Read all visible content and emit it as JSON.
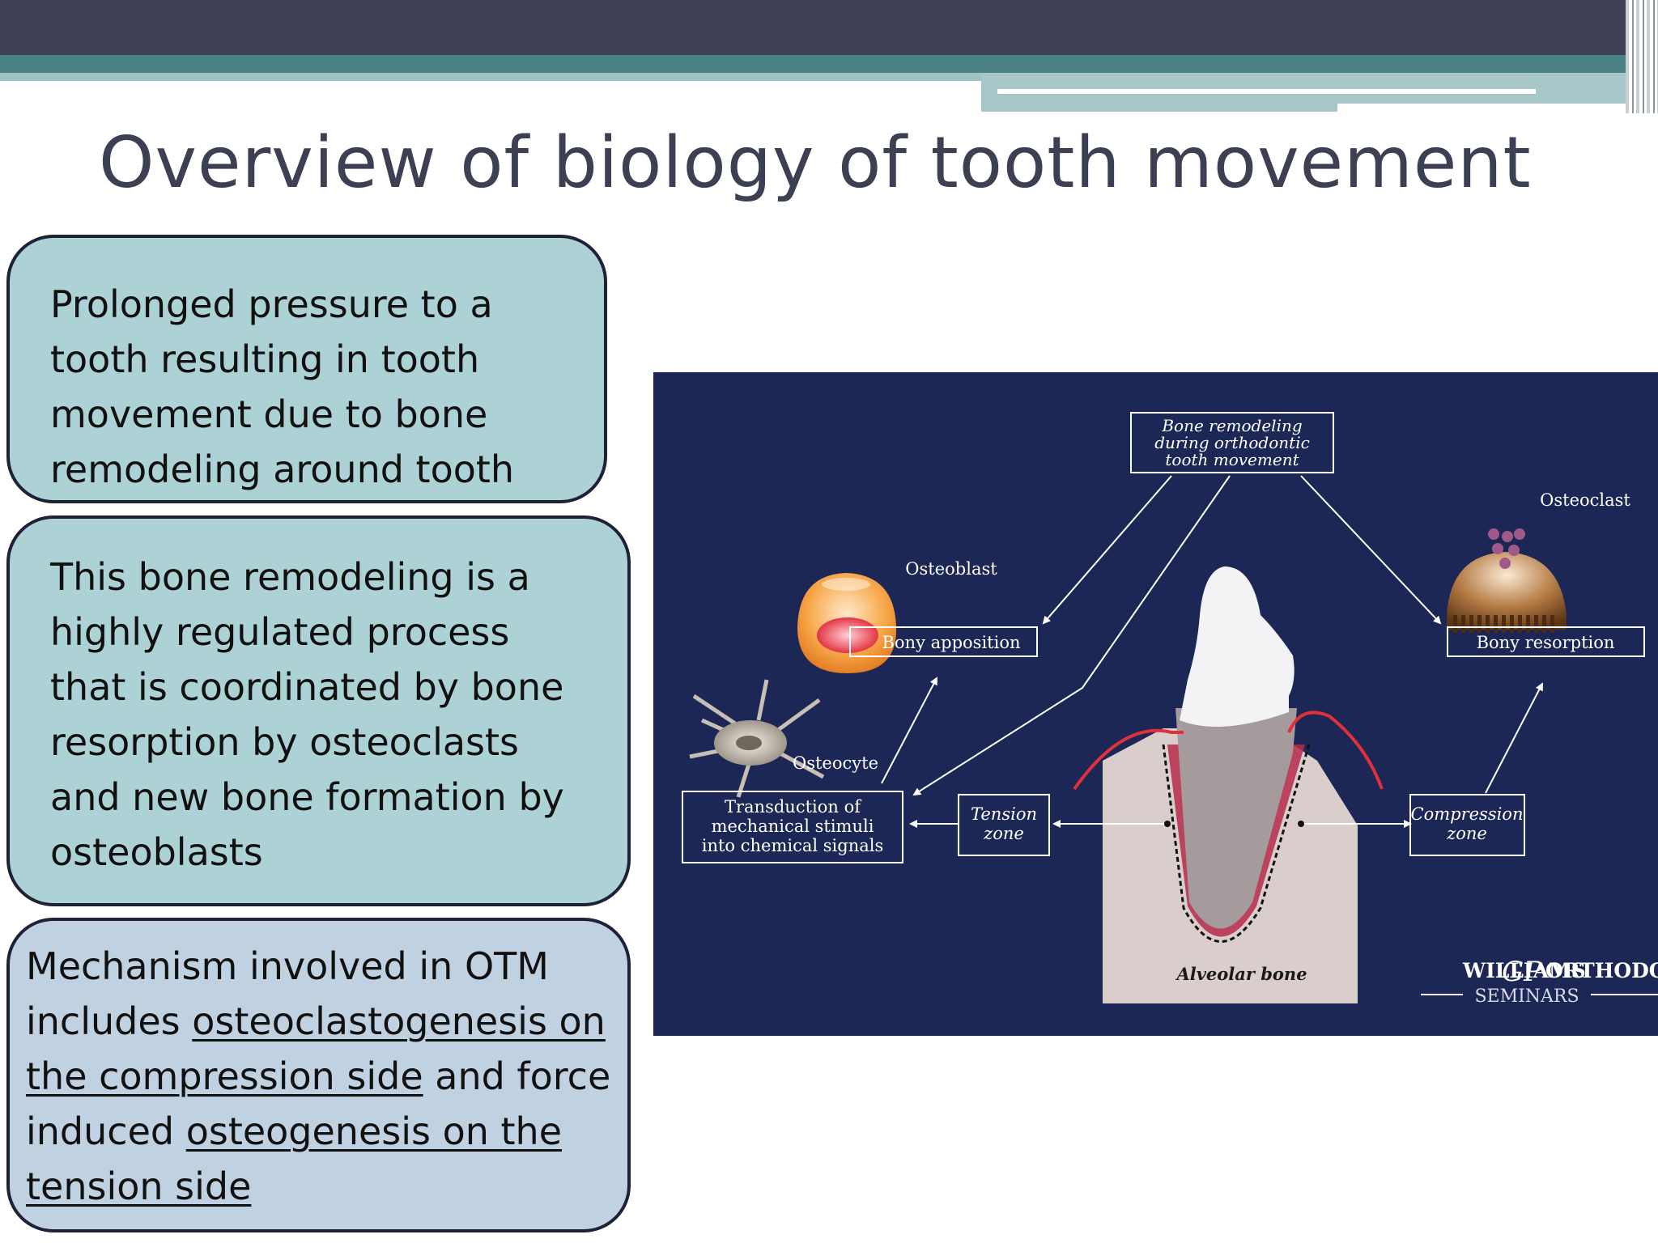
{
  "slide": {
    "title": "Overview of biology of tooth movement"
  },
  "boxes": {
    "box1": {
      "lines": [
        "Prolonged pressure to a",
        "tooth resulting in tooth",
        "movement due to bone",
        "remodeling around tooth"
      ]
    },
    "box2": {
      "lines": [
        "This bone remodeling is a",
        "highly regulated process",
        "that is coordinated by bone",
        "resorption by osteoclasts",
        "and new bone formation by",
        "osteoblasts"
      ]
    },
    "box3": {
      "l1": "Mechanism involved in OTM",
      "l2a": "includes ",
      "l2b": "osteoclastogenesis on",
      "l3a": "the compression side",
      "l3b": " and force",
      "l4a": "induced ",
      "l4b": "osteogenesis on the",
      "l5": "tension side"
    }
  },
  "diagram": {
    "top_label": [
      "Bone remodeling",
      "during orthodontic",
      "tooth movement"
    ],
    "osteoblast": "Osteoblast",
    "osteoclast": "Osteoclast",
    "bony_apposition": "Bony apposition",
    "bony_resorption": "Bony resorption",
    "osteocyte": "Osteocyte",
    "transduction": [
      "Transduction of",
      "mechanical stimuli",
      "into chemical signals"
    ],
    "tension_zone": [
      "Tension",
      "zone"
    ],
    "compression_zone": [
      "Compression",
      "zone"
    ],
    "alveolar_bone": "Alveolar bone",
    "watermark": {
      "williams": "WILLIAMS",
      "gp": "GP",
      "orthodontic": "ORTHODONTIC",
      "seminars": "SEMINARS"
    }
  },
  "colors": {
    "title": "#3d3f52",
    "header_dark": "#3f4256",
    "header_teal": "#4a8286",
    "box_teal": "#acd2d5",
    "box_blue": "#c0d1e2",
    "diagram_bg": "#1c2755"
  }
}
